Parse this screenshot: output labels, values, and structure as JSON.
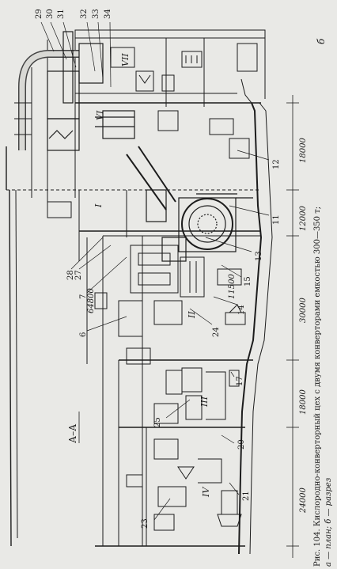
{
  "caption": {
    "line1": "Рис. 104. Кислородно-конверторный цех с двумя конверторами емкостью 300—350 т;",
    "line2": "а — план; б — разрез"
  },
  "view_mark": "б",
  "section_label": "А–А",
  "callouts": [
    "29",
    "30",
    "31",
    "32",
    "33",
    "34",
    "12",
    "11",
    "13",
    "15",
    "14",
    "24",
    "28",
    "27",
    "7",
    "6",
    "25",
    "23",
    "21",
    "20",
    "17"
  ],
  "bay_numerals": [
    "I",
    "II",
    "III",
    "IV",
    "VI",
    "VII"
  ],
  "bay_widths": [
    "18000",
    "12000",
    "30000",
    "18000",
    "24000"
  ],
  "elevations": [
    "64800",
    "11500"
  ],
  "colors": {
    "paper": "#e9e9e6",
    "ink": "#1c1c1c"
  }
}
